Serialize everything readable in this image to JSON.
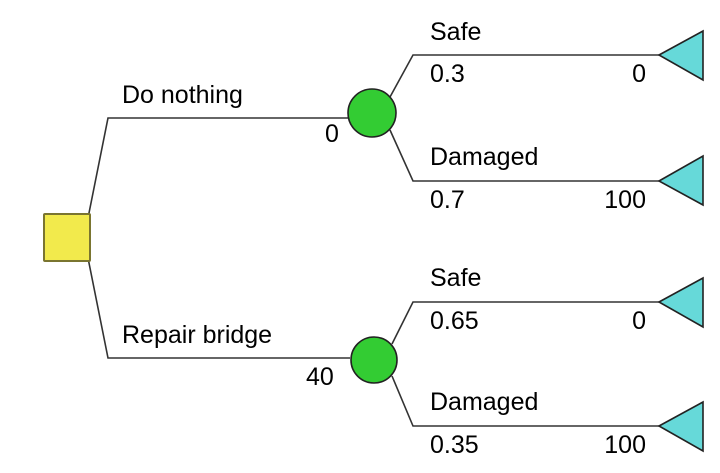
{
  "diagram": {
    "type": "decision-tree",
    "title": "",
    "colors": {
      "decision_node": "#f2ea4c",
      "chance_node": "#33cc33",
      "terminal_node": "#66d9d9",
      "stroke": "#333333",
      "background": "#ffffff",
      "text": "#000000"
    },
    "nodes": {
      "decision": {
        "shape": "square",
        "name": "decision-node"
      },
      "chance_top": {
        "shape": "circle",
        "name": "chance-node-do-nothing"
      },
      "chance_bottom": {
        "shape": "circle",
        "name": "chance-node-repair-bridge"
      }
    },
    "branches": [
      {
        "id": "do-nothing",
        "label": "Do nothing",
        "cost": "0",
        "outcomes": [
          {
            "id": "do-nothing-safe",
            "label": "Safe",
            "probability": "0.3",
            "payoff": "0"
          },
          {
            "id": "do-nothing-damaged",
            "label": "Damaged",
            "probability": "0.7",
            "payoff": "100"
          }
        ]
      },
      {
        "id": "repair-bridge",
        "label": "Repair bridge",
        "cost": "40",
        "outcomes": [
          {
            "id": "repair-bridge-safe",
            "label": "Safe",
            "probability": "0.65",
            "payoff": "0"
          },
          {
            "id": "repair-bridge-damaged",
            "label": "Damaged",
            "probability": "0.35",
            "payoff": "100"
          }
        ]
      }
    ]
  }
}
